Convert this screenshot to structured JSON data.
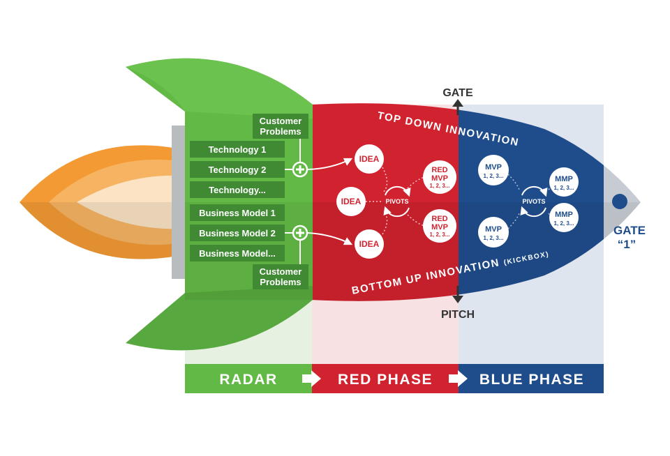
{
  "radar": {
    "top_problems": [
      "Customer",
      "Problems"
    ],
    "bottom_problems": [
      "Customer",
      "Problems"
    ],
    "technologies": [
      "Technology 1",
      "Technology 2",
      "Technology..."
    ],
    "business_models": [
      "Business Model 1",
      "Business Model 2",
      "Business Model..."
    ]
  },
  "red": {
    "idea_label": "IDEA",
    "pivots_label": "PIVOTS",
    "mvp_lines": [
      "RED",
      "MVP",
      "1, 2, 3..."
    ]
  },
  "blue": {
    "mvp_lines": [
      "MVP",
      "1, 2, 3..."
    ],
    "mmp_lines": [
      "MMP",
      "1, 2, 3..."
    ],
    "pivots_label": "PIVOTS"
  },
  "labels": {
    "top_down": "TOP DOWN INNOVATION",
    "bottom_up": "BOTTOM UP INNOVATION",
    "kickbox": "(KICKBOX)",
    "gate": "GATE",
    "pitch": "PITCH",
    "gate1_a": "GATE",
    "gate1_b": "“1”"
  },
  "phases": [
    "RADAR",
    "RED PHASE",
    "BLUE PHASE"
  ],
  "colors": {
    "green": "#62b946",
    "green_dark": "#3f8a33",
    "red": "#d1232f",
    "blue": "#1f4d8c",
    "orange": "#f39a34",
    "gray": "#b9bcbf"
  }
}
